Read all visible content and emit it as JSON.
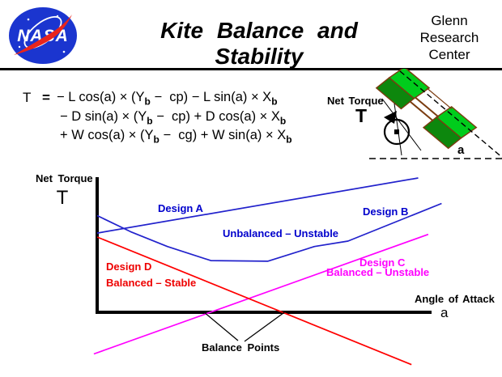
{
  "header": {
    "title": "Kite Balance and Stability",
    "org_lines": [
      "Glenn",
      "Research",
      "Center"
    ],
    "logo_text": "NASA"
  },
  "equation": {
    "lhs": "T",
    "equals": "=",
    "lines": [
      [
        {
          "t": "− L cos(a) × (Y"
        },
        {
          "b": "b"
        },
        {
          "t": " −  cp) − L sin(a) × X"
        },
        {
          "b": "b"
        }
      ],
      [
        {
          "t": "− D sin(a) × (Y"
        },
        {
          "b": "b"
        },
        {
          "t": " −  cp) + D cos(a) × X"
        },
        {
          "b": "b"
        }
      ],
      [
        {
          "t": "+ W cos(a) × (Y"
        },
        {
          "b": "b"
        },
        {
          "t": " −  cg) + W sin(a) × X"
        },
        {
          "b": "b"
        }
      ]
    ]
  },
  "kite_figure": {
    "net_torque_label": "Net Torque",
    "torque_symbol": "T",
    "angle_label": "a",
    "colors": {
      "canopy_light": "#00cc1c",
      "canopy_dark": "#0d870d",
      "frame": "#7b3c10"
    }
  },
  "chart": {
    "y_axis_label": "Net Torque",
    "y_axis_symbol": "T",
    "x_axis_label": "Angle of Attack",
    "x_axis_symbol": "a",
    "balance_label": "Balance Points",
    "labels": {
      "design_a": "Design A",
      "design_b": "Design B",
      "design_c": "Design C",
      "design_c_sub": "Balanced – Unstable",
      "design_d": "Design D",
      "design_d_sub": "Balanced – Stable",
      "unbalanced": "Unbalanced – Unstable"
    },
    "colors": {
      "blue": "#0000cc",
      "line_blue": "#2222cc",
      "red": "#ee0000",
      "line_red": "#ff0000",
      "magenta": "#ff00ff",
      "axis": "#000000"
    }
  },
  "chart_data": {
    "type": "line",
    "title": "Net torque vs angle of attack for four kite designs (qualitative)",
    "xlabel": "Angle of Attack a",
    "ylabel": "Net Torque T",
    "x_range": [
      0,
      100
    ],
    "y_range": [
      -40,
      105
    ],
    "grid": false,
    "legend_position": "inline-annotations",
    "series": [
      {
        "name": "Design A",
        "color": "#2222cc",
        "stability": "Unbalanced – Unstable",
        "points": [
          [
            0,
            59
          ],
          [
            96,
            100
          ]
        ]
      },
      {
        "name": "Design B",
        "color": "#2222cc",
        "stability": "Unbalanced – Unstable",
        "points": [
          [
            0,
            72
          ],
          [
            10,
            60
          ],
          [
            21,
            49
          ],
          [
            34,
            38.5
          ],
          [
            51,
            38
          ],
          [
            65,
            49
          ],
          [
            75,
            53
          ],
          [
            103,
            81
          ]
        ]
      },
      {
        "name": "Design C",
        "color": "#ff00ff",
        "stability": "Balanced – Unstable",
        "points": [
          [
            -1,
            -31
          ],
          [
            99,
            58
          ]
        ]
      },
      {
        "name": "Design D",
        "color": "#ff0000",
        "stability": "Balanced – Stable",
        "points": [
          [
            0,
            56
          ],
          [
            94,
            -39
          ]
        ]
      }
    ],
    "balance_points_x": [
      32,
      56
    ]
  }
}
